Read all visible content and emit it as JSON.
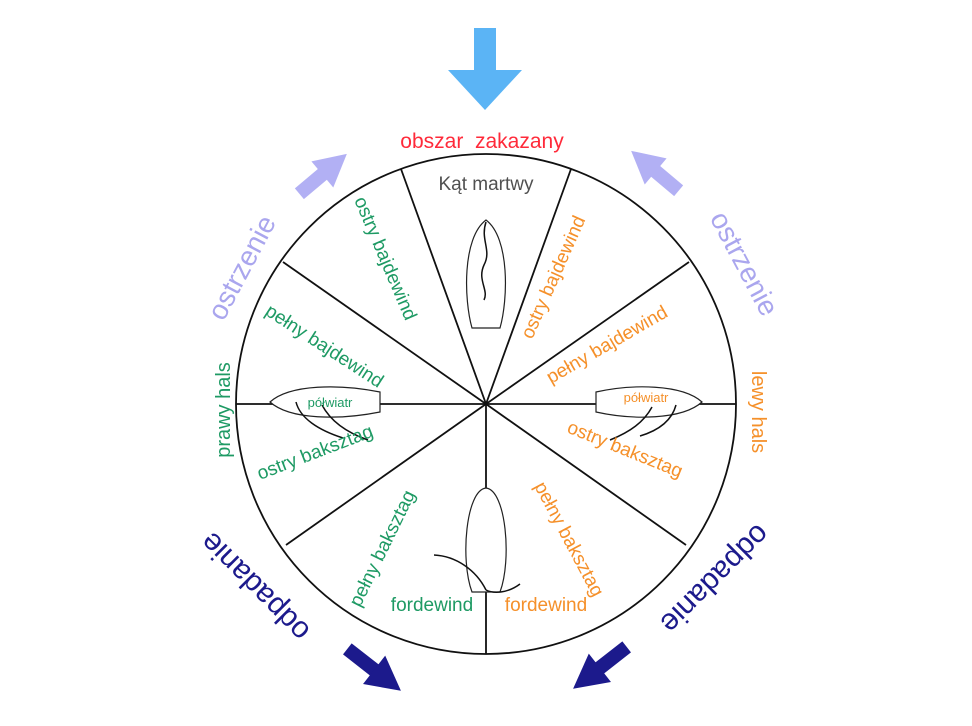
{
  "colors": {
    "wind_arrow": "#5bb4f5",
    "luff_arrow": "#b2b0f4",
    "bear_arrow": "#1c1a8c",
    "red": "#ff2a3a",
    "green": "#1e9a64",
    "orange": "#f5902a",
    "gray": "#505050",
    "lavender": "#aaa6ee",
    "navy": "#1c1a8c"
  },
  "labels": {
    "forbidden": "obszar  zakazany",
    "dead_angle": "Kąt martwy",
    "luff_left": "ostrzenie",
    "luff_right": "ostrzenie",
    "bear_left": "odpadanie",
    "bear_right": "odpadanie",
    "port_tack": "prawy hals",
    "starboard_tack": "lewy hals",
    "left": {
      "close_hauled": "ostry bajdewind",
      "close_reach": "pełny bajdewind",
      "beam_reach": "półwiatr",
      "broad_reach": "ostry baksztag",
      "running_broad": "pełny baksztag",
      "run": "fordewind"
    },
    "right": {
      "close_hauled": "ostry bajdewind",
      "close_reach": "pełny bajdewind",
      "beam_reach": "półwiatr",
      "broad_reach": "ostry baksztag",
      "running_broad": "pełny baksztag",
      "run": "fordewind"
    }
  }
}
